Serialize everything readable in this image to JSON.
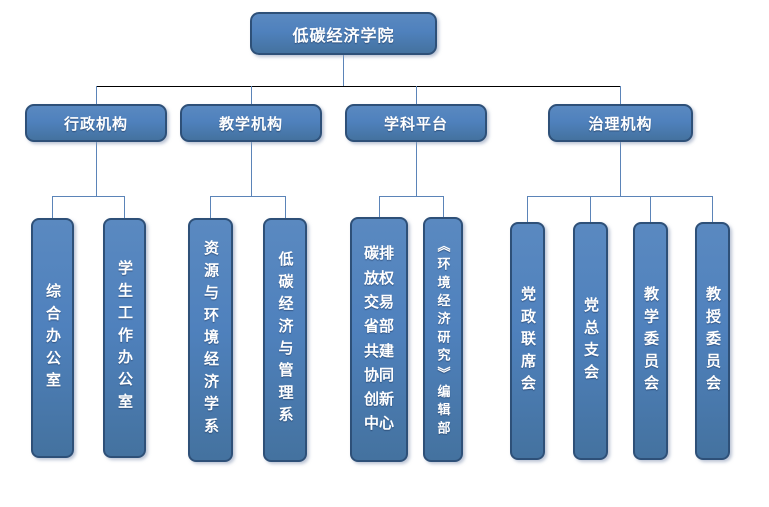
{
  "root": {
    "label": "低碳经济学院"
  },
  "groups": [
    {
      "label": "行政机构",
      "children": [
        "综合办公室",
        "学生工作办公室"
      ]
    },
    {
      "label": "教学机构",
      "children": [
        "资源与环境经济学系",
        "低碳经济与管理系"
      ]
    },
    {
      "label": "学科平台",
      "children": [
        "碳排放权交易省部共建协同创新中心",
        "《环境经济研究》编辑部"
      ]
    },
    {
      "label": "治理机构",
      "children": [
        "党政联席会",
        "党总支会",
        "教学委员会",
        "教授委员会"
      ]
    }
  ],
  "colors": {
    "node_fill": "#4f81bd",
    "node_fill_light": "#5a89c0",
    "node_fill_dark": "#44729f",
    "node_border": "#2e5078",
    "connector_blue": "#5b84b8",
    "connector_dark": "#000000",
    "node_text": "#ffffff",
    "page_bg": "#ffffff"
  }
}
